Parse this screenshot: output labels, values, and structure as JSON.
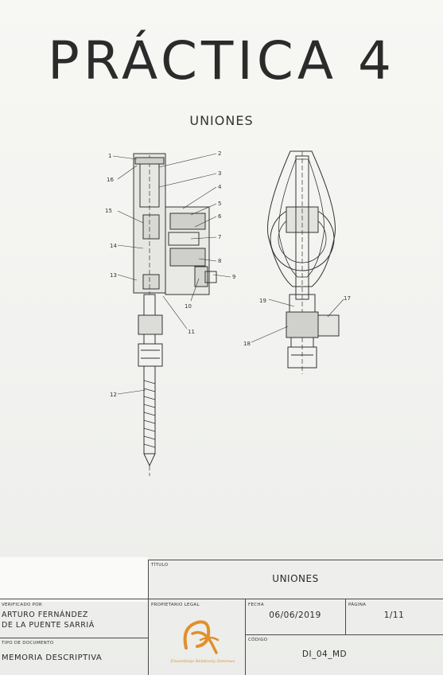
{
  "header": {
    "title": "PRÁCTICA 4",
    "subtitle": "UNIONES"
  },
  "drawing": {
    "callouts_left_view": [
      "1",
      "2",
      "3",
      "4",
      "5",
      "6",
      "7",
      "8",
      "9",
      "10",
      "11",
      "12",
      "13",
      "14",
      "15",
      "16"
    ],
    "callouts_right_view": [
      "17",
      "18",
      "19"
    ]
  },
  "title_block": {
    "titulo_label": "TÍTULO",
    "titulo_value": "UNIONES",
    "verificado_label": "VERIFICADO POR",
    "verificado_line1": "ARTURO FERNÁNDEZ",
    "verificado_line2": "DE LA PUENTE SARRIÁ",
    "tipo_label": "TIPO DE DOCUMENTO",
    "tipo_value": "MEMORIA DESCRIPTIVA",
    "propietario_label": "PROPIETARIO LEGAL",
    "fecha_label": "FECHA",
    "fecha_value": "06/06/2019",
    "pagina_label": "PÁGINA",
    "pagina_value": "1/11",
    "codigo_label": "CÓDIGO",
    "codigo_value": "DI_04_MD",
    "logo_text": "Ensamblaje Relatively Sistemas"
  },
  "colors": {
    "ink": "#2b2b2b",
    "logo_orange": "#e0902c",
    "paper": "#f3f4f1"
  }
}
